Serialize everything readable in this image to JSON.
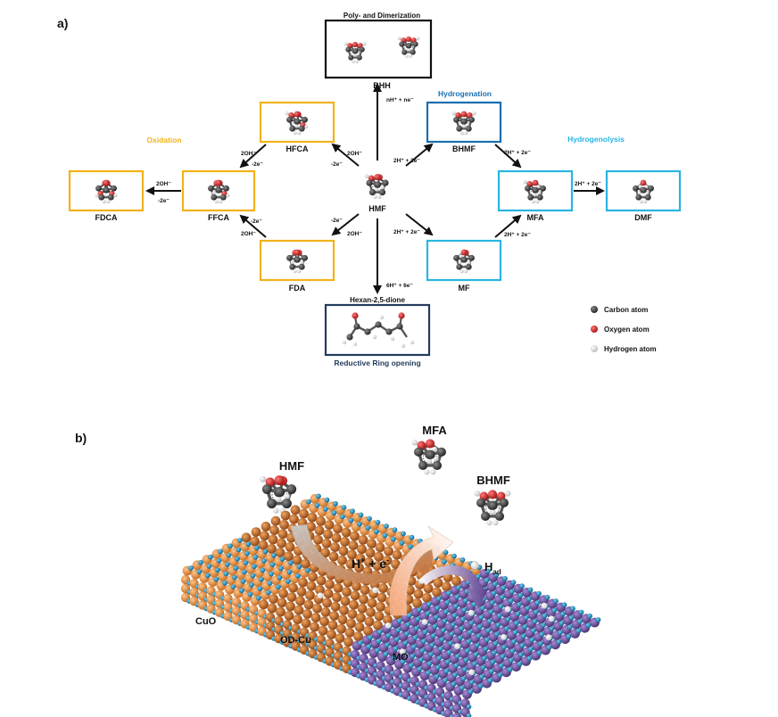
{
  "panel_a": {
    "label": "a)",
    "categories": {
      "poly": "Poly- and Dimerization",
      "hydrogenation": "Hydrogenation",
      "hydrogenolysis": "Hydrogenolysis",
      "oxidation": "Oxidation",
      "ring_opening": "Reductive Ring opening",
      "hexan": "Hexan-2,5-dione"
    },
    "molecules": {
      "center": "HMF",
      "bhh": "BHH",
      "hfca": "HFCA",
      "ffca": "FFCA",
      "fdca": "FDCA",
      "fda": "FDA",
      "bhmf": "BHMF",
      "mf": "MF",
      "mfa": "MFA",
      "dmf": "DMF"
    },
    "conditions": {
      "c_bhh": "nH⁺ + ne⁻",
      "c_hex": "6H⁺ + 6e⁻",
      "c_bhmf": "2H⁺ + 2e⁻",
      "c_mf": "2H⁺ + 2e⁻",
      "c_bhmf_mfa": "2H⁺ + 2e⁻",
      "c_mf_mfa": "2H⁺ + 2e⁻",
      "c_mfa_dmf": "2H⁺ + 2e⁻",
      "c_hfca_top": "2OH⁻",
      "c_hfca_bot": "-2e⁻",
      "c_fda_top": "-2e⁻",
      "c_fda_bot": "2OH⁻",
      "c_hfca_ffca_top": "2OH⁻",
      "c_hfca_ffca_bot": "-2e⁻",
      "c_fda_ffca_top": "-2e⁻",
      "c_fda_ffca_bot": "2OH⁻",
      "c_ffca_fdca_top": "2OH⁻",
      "c_ffca_fdca_bot": "-2e⁻"
    },
    "legend": [
      "Carbon atom",
      "Oxygen atom",
      "Hydrogen atom"
    ],
    "colors": {
      "oxidation": "#f2b21a",
      "hydrogenation": "#1a6fb0",
      "hydrogenolysis": "#29b5e2",
      "ring_opening": "#243b5e",
      "poly": "#111111",
      "carbon": "#3a3a3a",
      "oxygen": "#cc1f1f",
      "hydrogen": "#e9e9e9"
    }
  },
  "panel_b": {
    "label": "b)",
    "hmf": "HMF",
    "mfa": "MFA",
    "bhmf": "BHMF",
    "h_plus": "H",
    "h_plus_sup": "+",
    "plus": " + e",
    "e_sup": "-",
    "had": "H",
    "had_sub": "ad",
    "cuo": "CuO",
    "odcu": "OD-Cu",
    "mo": "MO",
    "colors": {
      "copper": "#c4691c",
      "cuo": "#e38a3b",
      "mo_metal": "#6b4a9c",
      "mo_oxygen": "#1e86b8"
    }
  }
}
